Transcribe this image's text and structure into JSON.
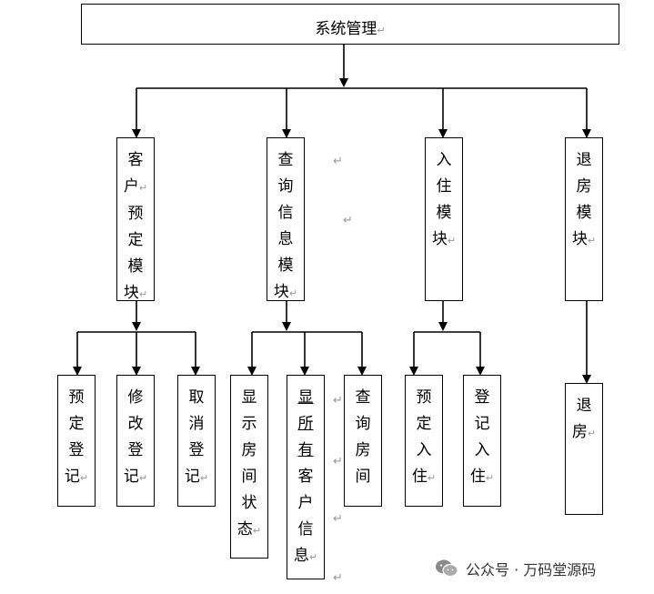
{
  "root": {
    "label": "系统管理",
    "mark": "↵"
  },
  "modules": [
    {
      "id": "booking",
      "chars": [
        "客",
        "户",
        "预",
        "定",
        "模",
        "块"
      ],
      "marks": [
        false,
        true,
        false,
        false,
        false,
        true
      ]
    },
    {
      "id": "query",
      "chars": [
        "查",
        "询",
        "信",
        "息",
        "模",
        "块"
      ],
      "marks": [
        false,
        false,
        false,
        false,
        false,
        true
      ]
    },
    {
      "id": "checkin",
      "chars": [
        "入",
        "住",
        "模",
        "块"
      ],
      "marks": [
        false,
        false,
        false,
        true
      ]
    },
    {
      "id": "checkout",
      "chars": [
        "退",
        "房",
        "模",
        "块"
      ],
      "marks": [
        false,
        false,
        false,
        true
      ]
    }
  ],
  "leaves": [
    {
      "id": "book-register",
      "chars": [
        "预",
        "定",
        "登",
        "记"
      ],
      "marks": [
        false,
        false,
        false,
        true
      ]
    },
    {
      "id": "modify-register",
      "chars": [
        "修",
        "改",
        "登",
        "记"
      ],
      "marks": [
        false,
        false,
        false,
        true
      ]
    },
    {
      "id": "cancel-register",
      "chars": [
        "取",
        "消",
        "登",
        "记"
      ],
      "marks": [
        false,
        false,
        false,
        true
      ]
    },
    {
      "id": "show-room-status",
      "chars": [
        "显",
        "示",
        "房",
        "间",
        "状",
        "态"
      ],
      "marks": [
        false,
        false,
        false,
        false,
        false,
        true
      ]
    },
    {
      "id": "show-all-guests",
      "chars": [
        "显",
        "所",
        "有",
        "客",
        "户",
        "信",
        "息"
      ],
      "marks": [
        false,
        false,
        false,
        false,
        false,
        false,
        true
      ]
    },
    {
      "id": "query-room",
      "chars": [
        "查",
        "询",
        "房",
        "间"
      ],
      "marks": [
        false,
        false,
        false,
        true
      ]
    },
    {
      "id": "book-checkin",
      "chars": [
        "预",
        "定",
        "入",
        "住"
      ],
      "marks": [
        false,
        false,
        false,
        true
      ]
    },
    {
      "id": "register-checkin",
      "chars": [
        "登",
        "记",
        "入",
        "住"
      ],
      "marks": [
        false,
        false,
        false,
        true
      ]
    },
    {
      "id": "checkout-room",
      "chars": [
        "退",
        "房"
      ],
      "marks": [
        false,
        true
      ]
    }
  ],
  "stray_mark": "↵",
  "watermark": {
    "text": "公众号 · 万码堂源码",
    "icon": "wechat-icon"
  }
}
